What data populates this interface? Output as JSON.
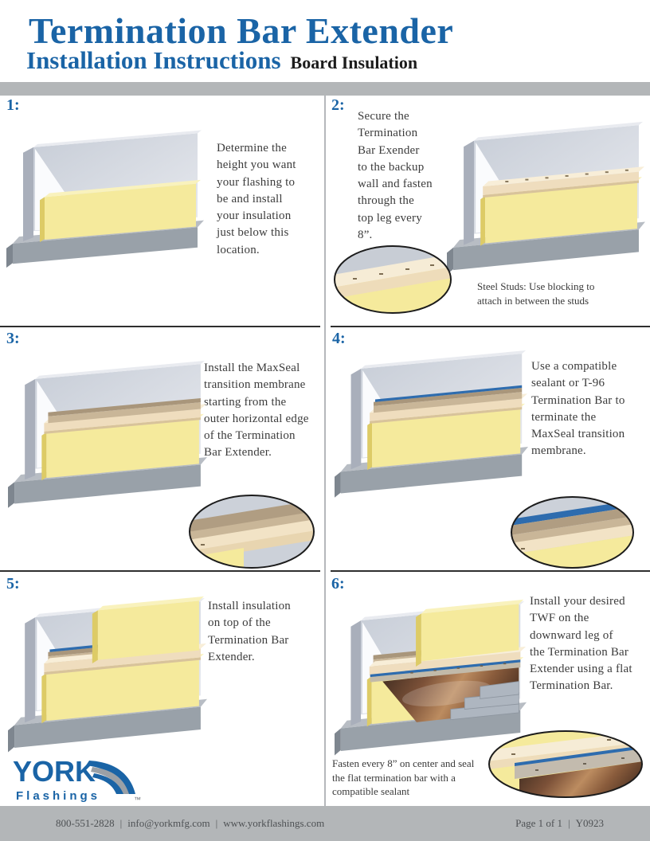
{
  "header": {
    "title": "Termination Bar Extender",
    "subtitle": "Installation Instructions",
    "subtitle_note": "Board Insulation"
  },
  "steps": [
    {
      "number": "1:",
      "text": "Determine the\nheight you want\nyour flashing to\nbe and install\nyour insulation\njust below this\nlocation."
    },
    {
      "number": "2:",
      "text": "Secure the\nTermination\nBar Exender\nto the backup\nwall and fasten\nthrough the\ntop leg every\n8”.",
      "caption": "Steel Studs: Use blocking to\nattach in between the studs"
    },
    {
      "number": "3:",
      "text": "Install the MaxSeal\ntransition membrane\nstarting from the\nouter horizontal edge\nof the Termination\nBar Extender."
    },
    {
      "number": "4:",
      "text": "Use a compatible\nsealant or T-96\nTermination Bar to\nterminate the\nMaxSeal transition\nmembrane."
    },
    {
      "number": "5:",
      "text": "Install insulation\non top of the\nTermination Bar\nExtender."
    },
    {
      "number": "6:",
      "text": "Install your desired\nTWF on the\ndownward leg of\nthe Termination Bar\nExtender using a flat\nTermination Bar.",
      "caption": "Fasten every 8” on center and seal\nthe flat termination bar with a\ncompatible sealant"
    }
  ],
  "logo": {
    "name": "YORK",
    "subtext": "Flashings",
    "trademark": "™"
  },
  "footer": {
    "phone": "800-551-2828",
    "email": "info@yorkmfg.com",
    "website": "www.yorkflashings.com",
    "separator": "|",
    "page": "Page 1 of 1",
    "code": "Y0923"
  },
  "colors": {
    "accent_blue": "#1A64A6",
    "bar_gray": "#B3B6B8",
    "insulation_yellow": "#F5EA9C",
    "sealant_blue": "#2E6CAE"
  }
}
